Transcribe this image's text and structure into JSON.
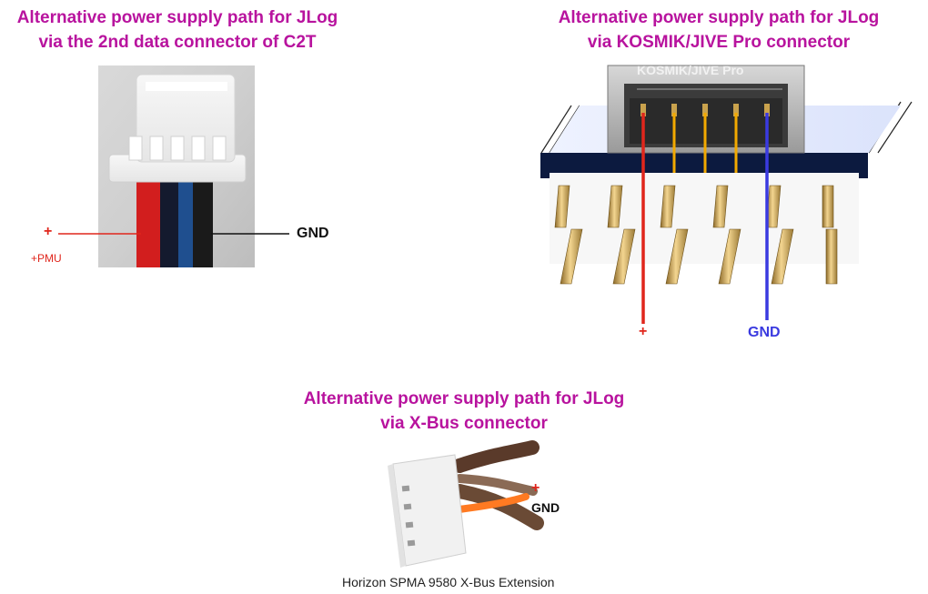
{
  "colors": {
    "title": "#b8139e",
    "positive": "#e0261c",
    "ground": "#111111",
    "ground_blue": "#3a3ae0",
    "signal": "#f2a900"
  },
  "panel_c2t": {
    "title_line1": "Alternative power supply path for JLog",
    "title_line2": "via the 2nd data connector of C2T",
    "plus_label": "+",
    "pmu_label": "+PMU",
    "gnd_label": "GND"
  },
  "panel_kosmik": {
    "title_line1": "Alternative power supply path for JLog",
    "title_line2": "via KOSMIK/JIVE Pro connector",
    "connector_label": "KOSMIK/JIVE Pro",
    "plus_label": "+",
    "gnd_label": "GND"
  },
  "panel_xbus": {
    "title_line1": "Alternative power supply path for JLog",
    "title_line2": "via X-Bus connector",
    "plus_label": "+",
    "gnd_label": "GND",
    "caption": "Horizon SPMA 9580 X-Bus Extension"
  }
}
